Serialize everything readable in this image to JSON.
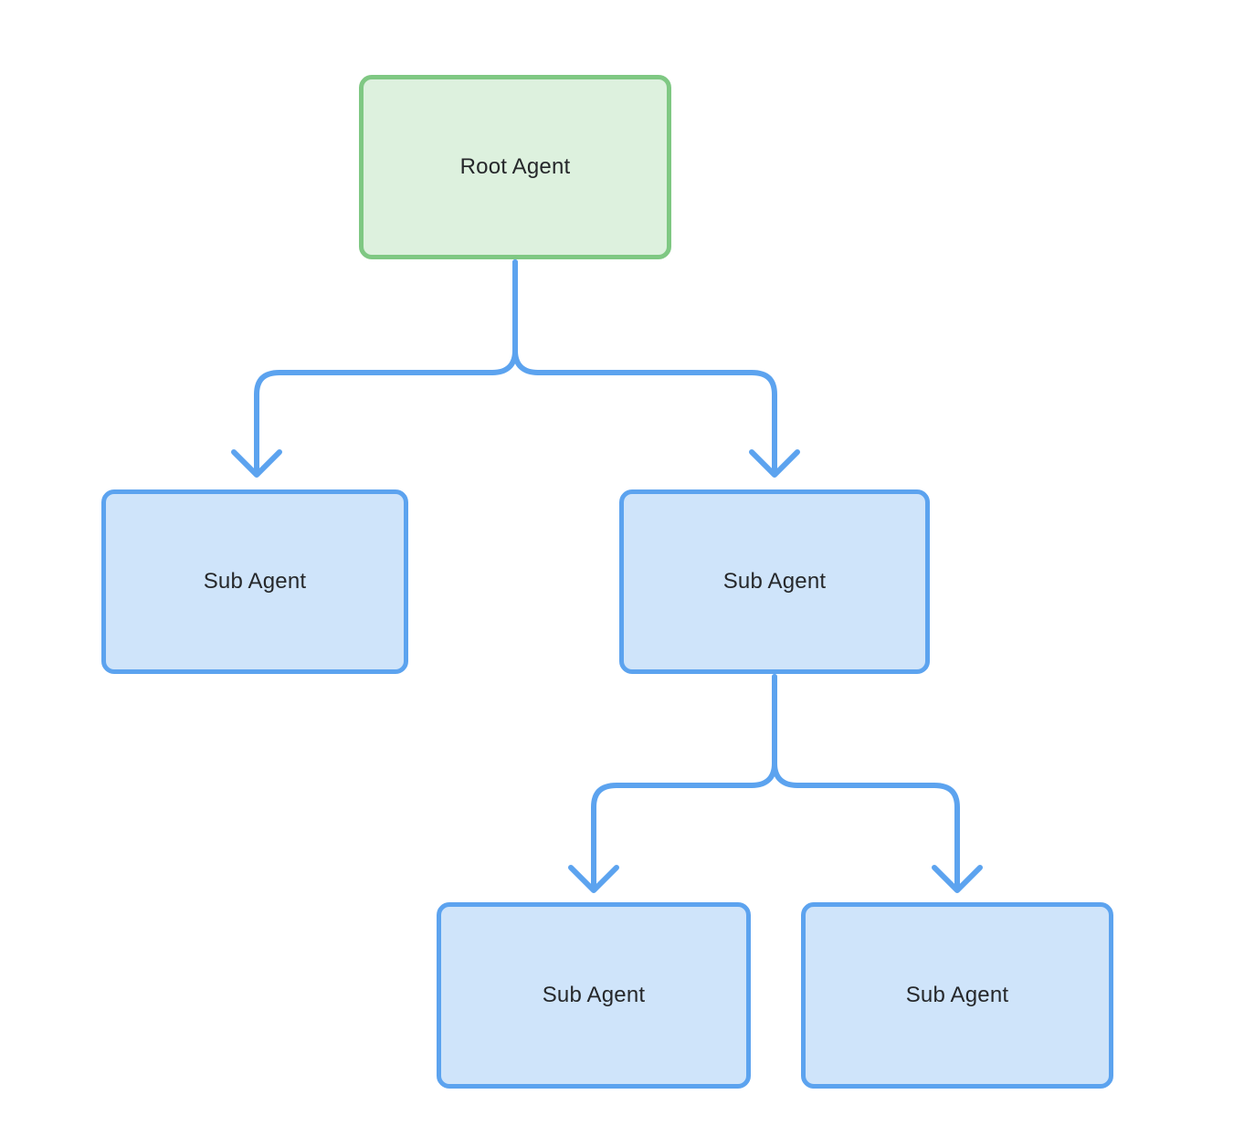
{
  "diagram": {
    "type": "tree-flowchart",
    "nodes": [
      {
        "id": "root",
        "label": "Root Agent",
        "level": 0,
        "variant": "root"
      },
      {
        "id": "sub-left",
        "label": "Sub Agent",
        "level": 1,
        "variant": "sub"
      },
      {
        "id": "sub-right",
        "label": "Sub Agent",
        "level": 1,
        "variant": "sub"
      },
      {
        "id": "sub-bottom-left",
        "label": "Sub Agent",
        "level": 2,
        "variant": "sub"
      },
      {
        "id": "sub-bottom-right",
        "label": "Sub Agent",
        "level": 2,
        "variant": "sub"
      }
    ],
    "edges": [
      {
        "from": "root",
        "to": "sub-left",
        "arrow": "chevron-down"
      },
      {
        "from": "root",
        "to": "sub-right",
        "arrow": "chevron-down"
      },
      {
        "from": "sub-right",
        "to": "sub-bottom-left",
        "arrow": "chevron-down"
      },
      {
        "from": "sub-right",
        "to": "sub-bottom-right",
        "arrow": "chevron-down"
      }
    ],
    "colors": {
      "root_fill": "#ddf1de",
      "root_border": "#7fc883",
      "sub_fill": "#cfe4fa",
      "sub_border": "#5ca3ef",
      "connector": "#5ca3ef",
      "label_text": "#26282b",
      "background": "#ffffff"
    }
  }
}
